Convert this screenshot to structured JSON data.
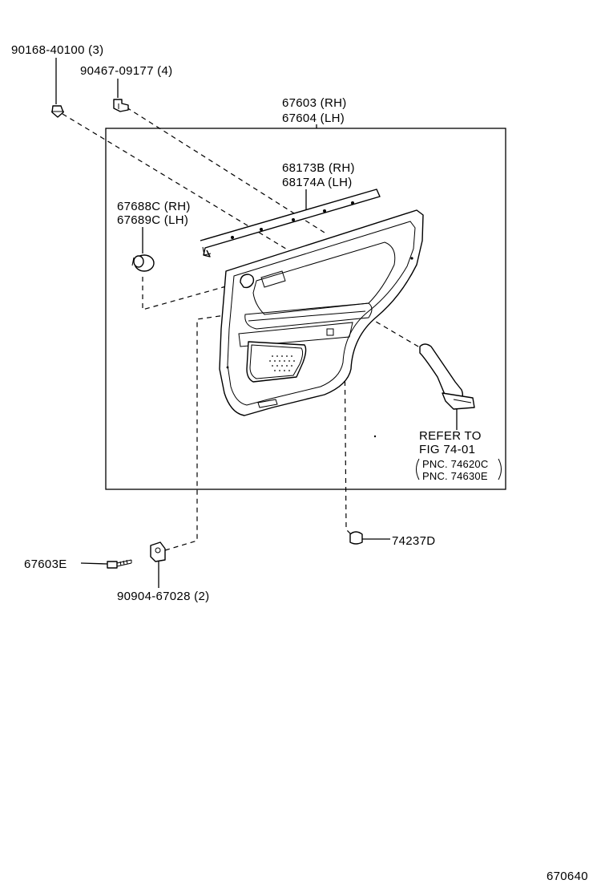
{
  "labels": {
    "bolt_90168": "90168-40100 (3)",
    "clip_90467": "90467-09177 (4)",
    "panel_rh": "67603 (RH)",
    "panel_lh": "67604 (LH)",
    "weatherstrip_rh": "68173B (RH)",
    "weatherstrip_lh": "68174A (LH)",
    "cover_rh": "67688C (RH)",
    "cover_lh": "67689C (LH)",
    "refer_line1": "REFER TO",
    "refer_line2": "FIG 74-01",
    "pnc_line1": "PNC. 74620C",
    "pnc_line2": "PNC. 74630E",
    "cap_74237D": "74237D",
    "screw_67603E": "67603E",
    "bracket_90904": "90904-67028 (2)",
    "figure_number": "670640"
  }
}
